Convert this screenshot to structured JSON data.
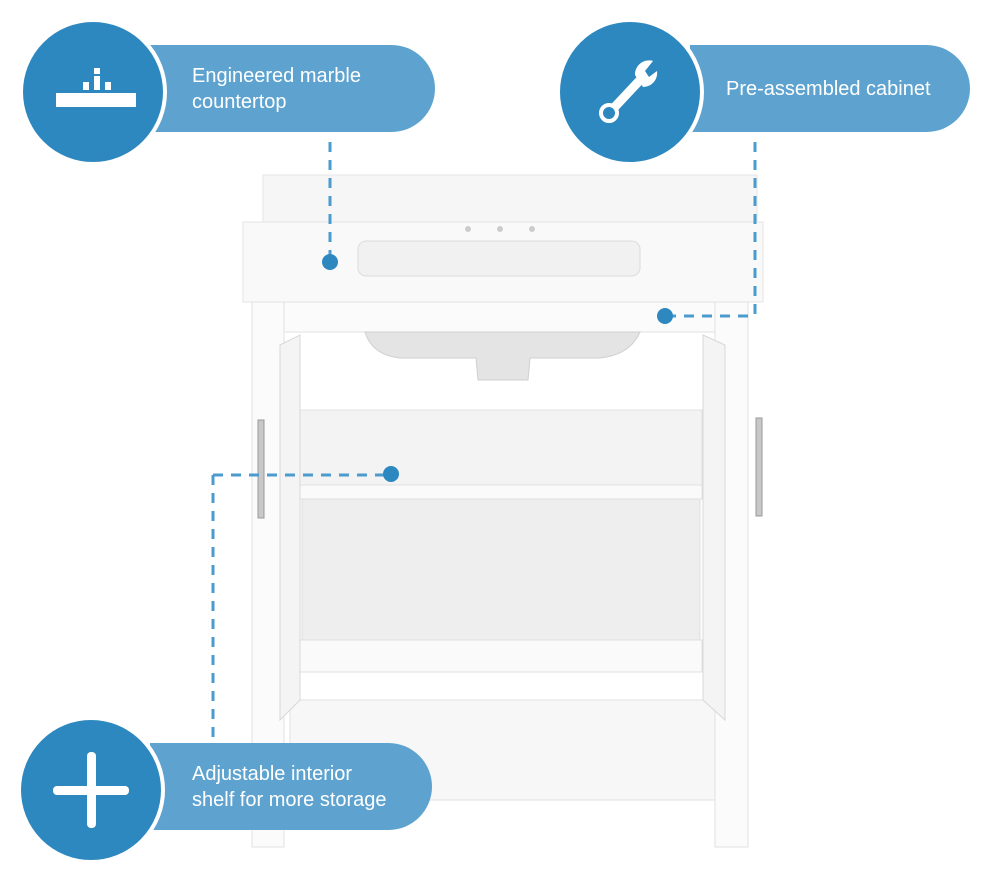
{
  "callouts": [
    {
      "icon": "countertop-icon",
      "label": "Engineered marble countertop",
      "line1": "Engineered marble",
      "line2": "countertop"
    },
    {
      "icon": "wrench-icon",
      "label": "Pre-assembled cabinet"
    },
    {
      "icon": "plus-icon",
      "label": "Adjustable interior shelf for more storage",
      "line1": "Adjustable interior",
      "line2": "shelf for more storage"
    }
  ],
  "colors": {
    "circle": "#2e88c0",
    "pill": "#5ea3cf",
    "line": "#4b9bcf"
  }
}
